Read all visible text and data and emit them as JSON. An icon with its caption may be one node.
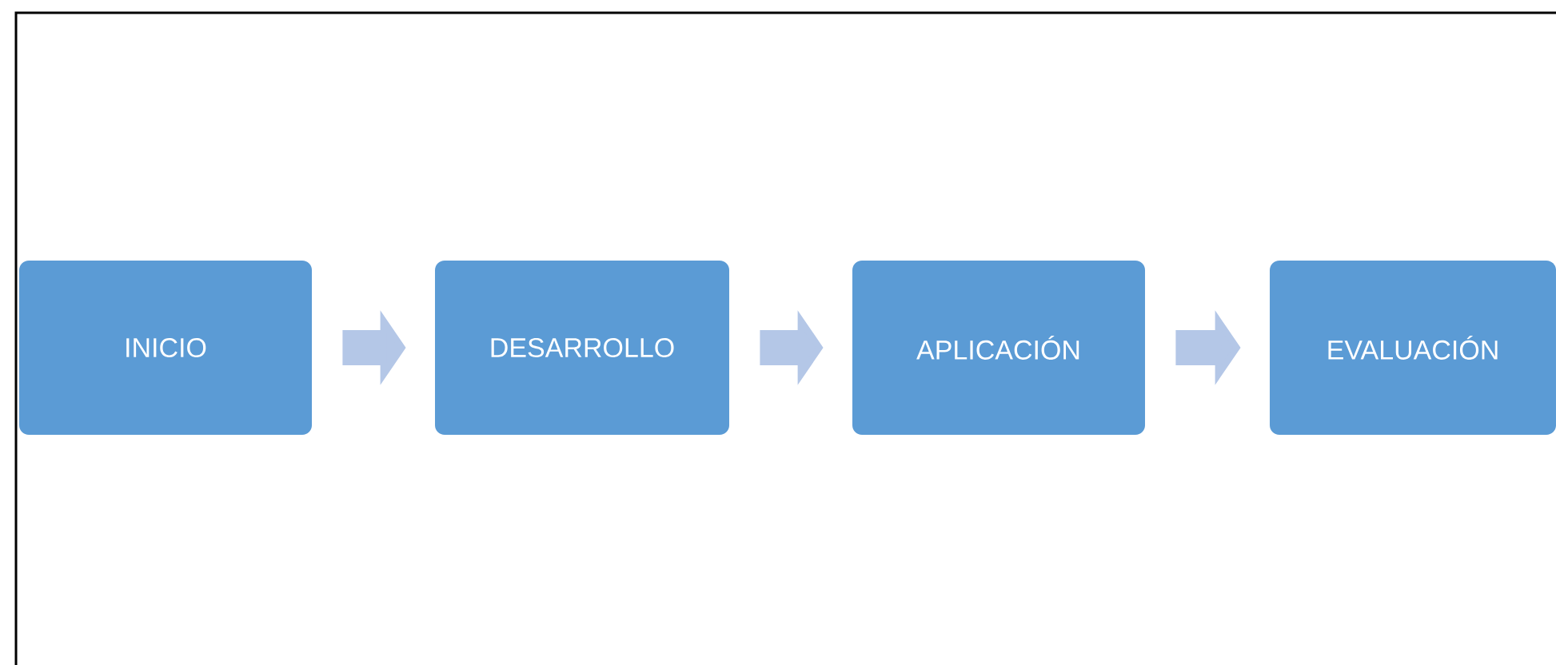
{
  "diagram": {
    "nodes": [
      {
        "text": [
          "INICIO"
        ]
      },
      {
        "text": [
          "DESARROLLO"
        ]
      },
      {
        "text": [
          "APLICACIÓN"
        ]
      },
      {
        "text": [
          "EVALUACIÓN"
        ]
      }
    ],
    "edges": [
      {
        "from": 0,
        "to": 1,
        "arrow": "to"
      },
      {
        "from": 1,
        "to": 2,
        "arrow": "to"
      },
      {
        "from": 2,
        "to": 3,
        "arrow": "to"
      }
    ]
  }
}
